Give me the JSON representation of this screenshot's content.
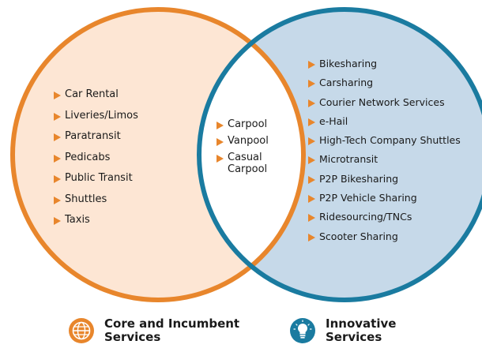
{
  "colors": {
    "core_fill": "#fde6d4",
    "core_stroke": "#e8862c",
    "innovative_fill": "#c6d9e9",
    "innovative_stroke": "#1a7ba0",
    "overlap_fill": "#ffffff",
    "arrow": "#e8862c"
  },
  "core_services": {
    "items": [
      "Car Rental",
      "Liveries/Limos",
      "Paratransit",
      "Pedicabs",
      "Public Transit",
      "Shuttles",
      "Taxis"
    ]
  },
  "shared_services": {
    "items": [
      "Carpool",
      "Vanpool",
      "Casual Carpool"
    ]
  },
  "innovative_services": {
    "items": [
      "Bikesharing",
      "Carsharing",
      "Courier Network Services",
      "e-Hail",
      "High-Tech Company Shuttles",
      "Microtransit",
      "P2P Bikesharing",
      "P2P Vehicle Sharing",
      "Ridesourcing/TNCs",
      "Scooter Sharing"
    ]
  },
  "legend": {
    "core": {
      "line1": "Core and Incumbent",
      "line2": "Services",
      "icon": "globe-icon"
    },
    "innovative": {
      "line1": "Innovative",
      "line2": "Services",
      "icon": "lightbulb-icon"
    }
  }
}
